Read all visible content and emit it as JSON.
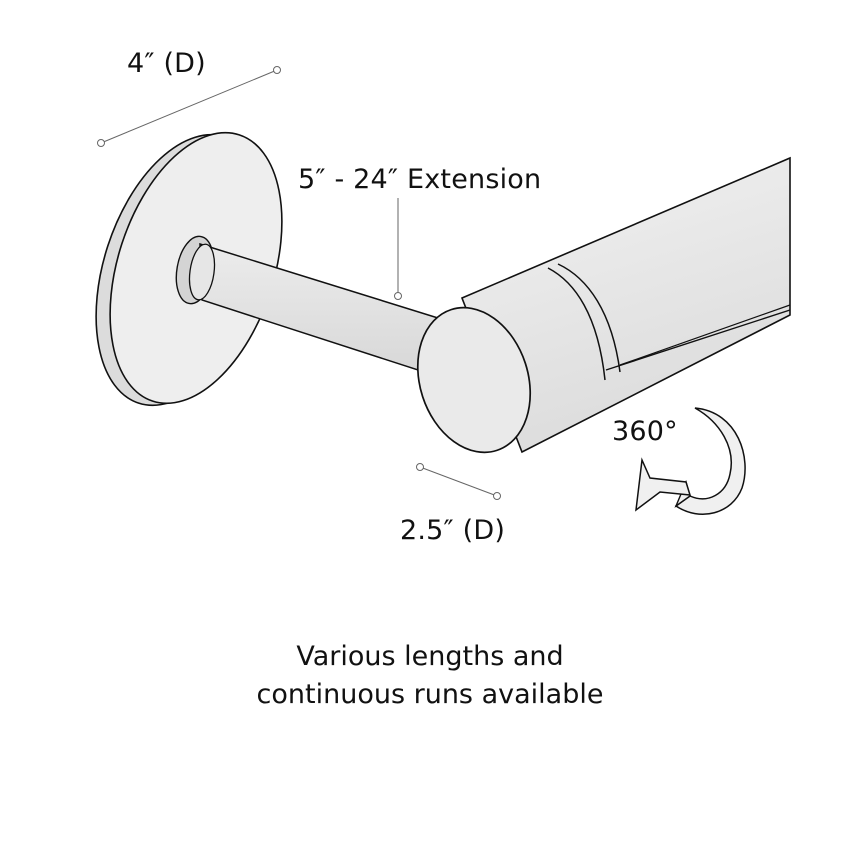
{
  "labels": {
    "plate_diameter": "4″ (D)",
    "extension": "5″ - 24″ Extension",
    "rotation": "360°",
    "bar_diameter": "2.5″ (D)"
  },
  "caption": {
    "line1": "Various lengths and",
    "line2": "continuous runs available"
  },
  "colors": {
    "outline": "#111111",
    "surface": "#efefef",
    "surface_shade": "#dedede",
    "leader": "#666666"
  }
}
